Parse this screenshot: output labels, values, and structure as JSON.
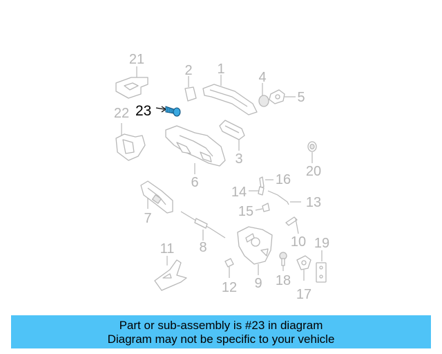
{
  "diagram": {
    "highlight_label": "23",
    "callouts": [
      "21",
      "2",
      "1",
      "4",
      "5",
      "22",
      "3",
      "20",
      "6",
      "16",
      "14",
      "13",
      "15",
      "7",
      "10",
      "19",
      "8",
      "11",
      "18",
      "12",
      "9",
      "17"
    ]
  },
  "banner": {
    "line1": "Part or sub-assembly is #23 in diagram",
    "line2": "Diagram may not be specific to your vehicle"
  },
  "colors": {
    "banner_bg": "#4fc3f7",
    "highlight_part": "#3aa8e0",
    "callout_text": "#b5b5b5"
  }
}
